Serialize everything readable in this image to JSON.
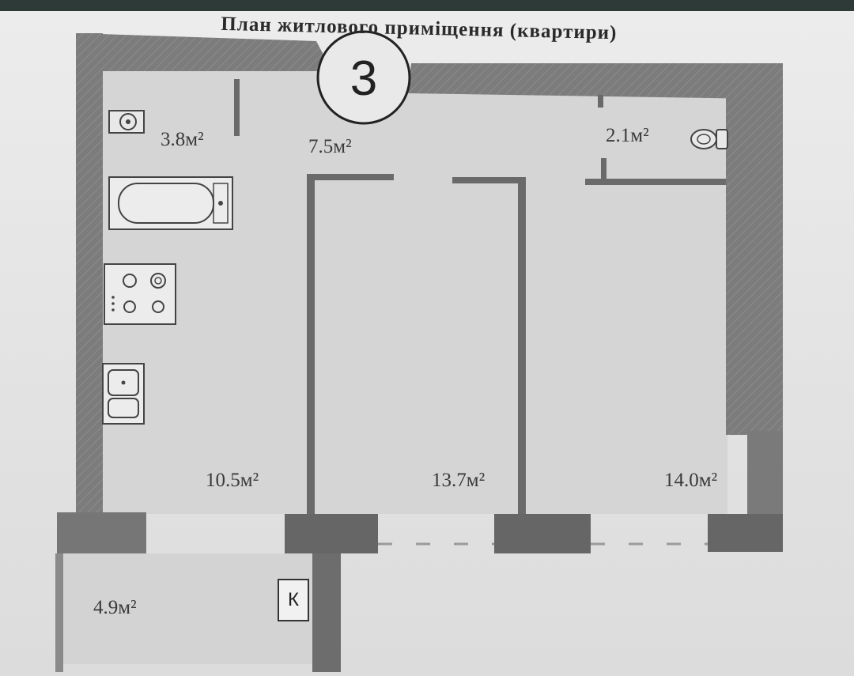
{
  "header": {
    "title": "План житлового приміщення (квартири)",
    "plan_number": "3"
  },
  "rooms": {
    "bathroom_area": "3.8м²",
    "hall_area": "7.5м²",
    "wc_area": "2.1м²",
    "kitchen_area": "10.5м²",
    "room1_area": "13.7м²",
    "room2_area": "14.0м²",
    "loggia_area": "4.9м²"
  },
  "badges": {
    "pantry_label": "К"
  },
  "fixtures": [
    "toilet-icon",
    "bathtub-icon",
    "stove-icon",
    "sink-icon",
    "wc-toilet-icon"
  ],
  "colors": {
    "wall": "#7d7d7d",
    "wall_dark": "#6a6a6a",
    "floor": "#d4d4d4",
    "background": "#e6e6e6"
  }
}
